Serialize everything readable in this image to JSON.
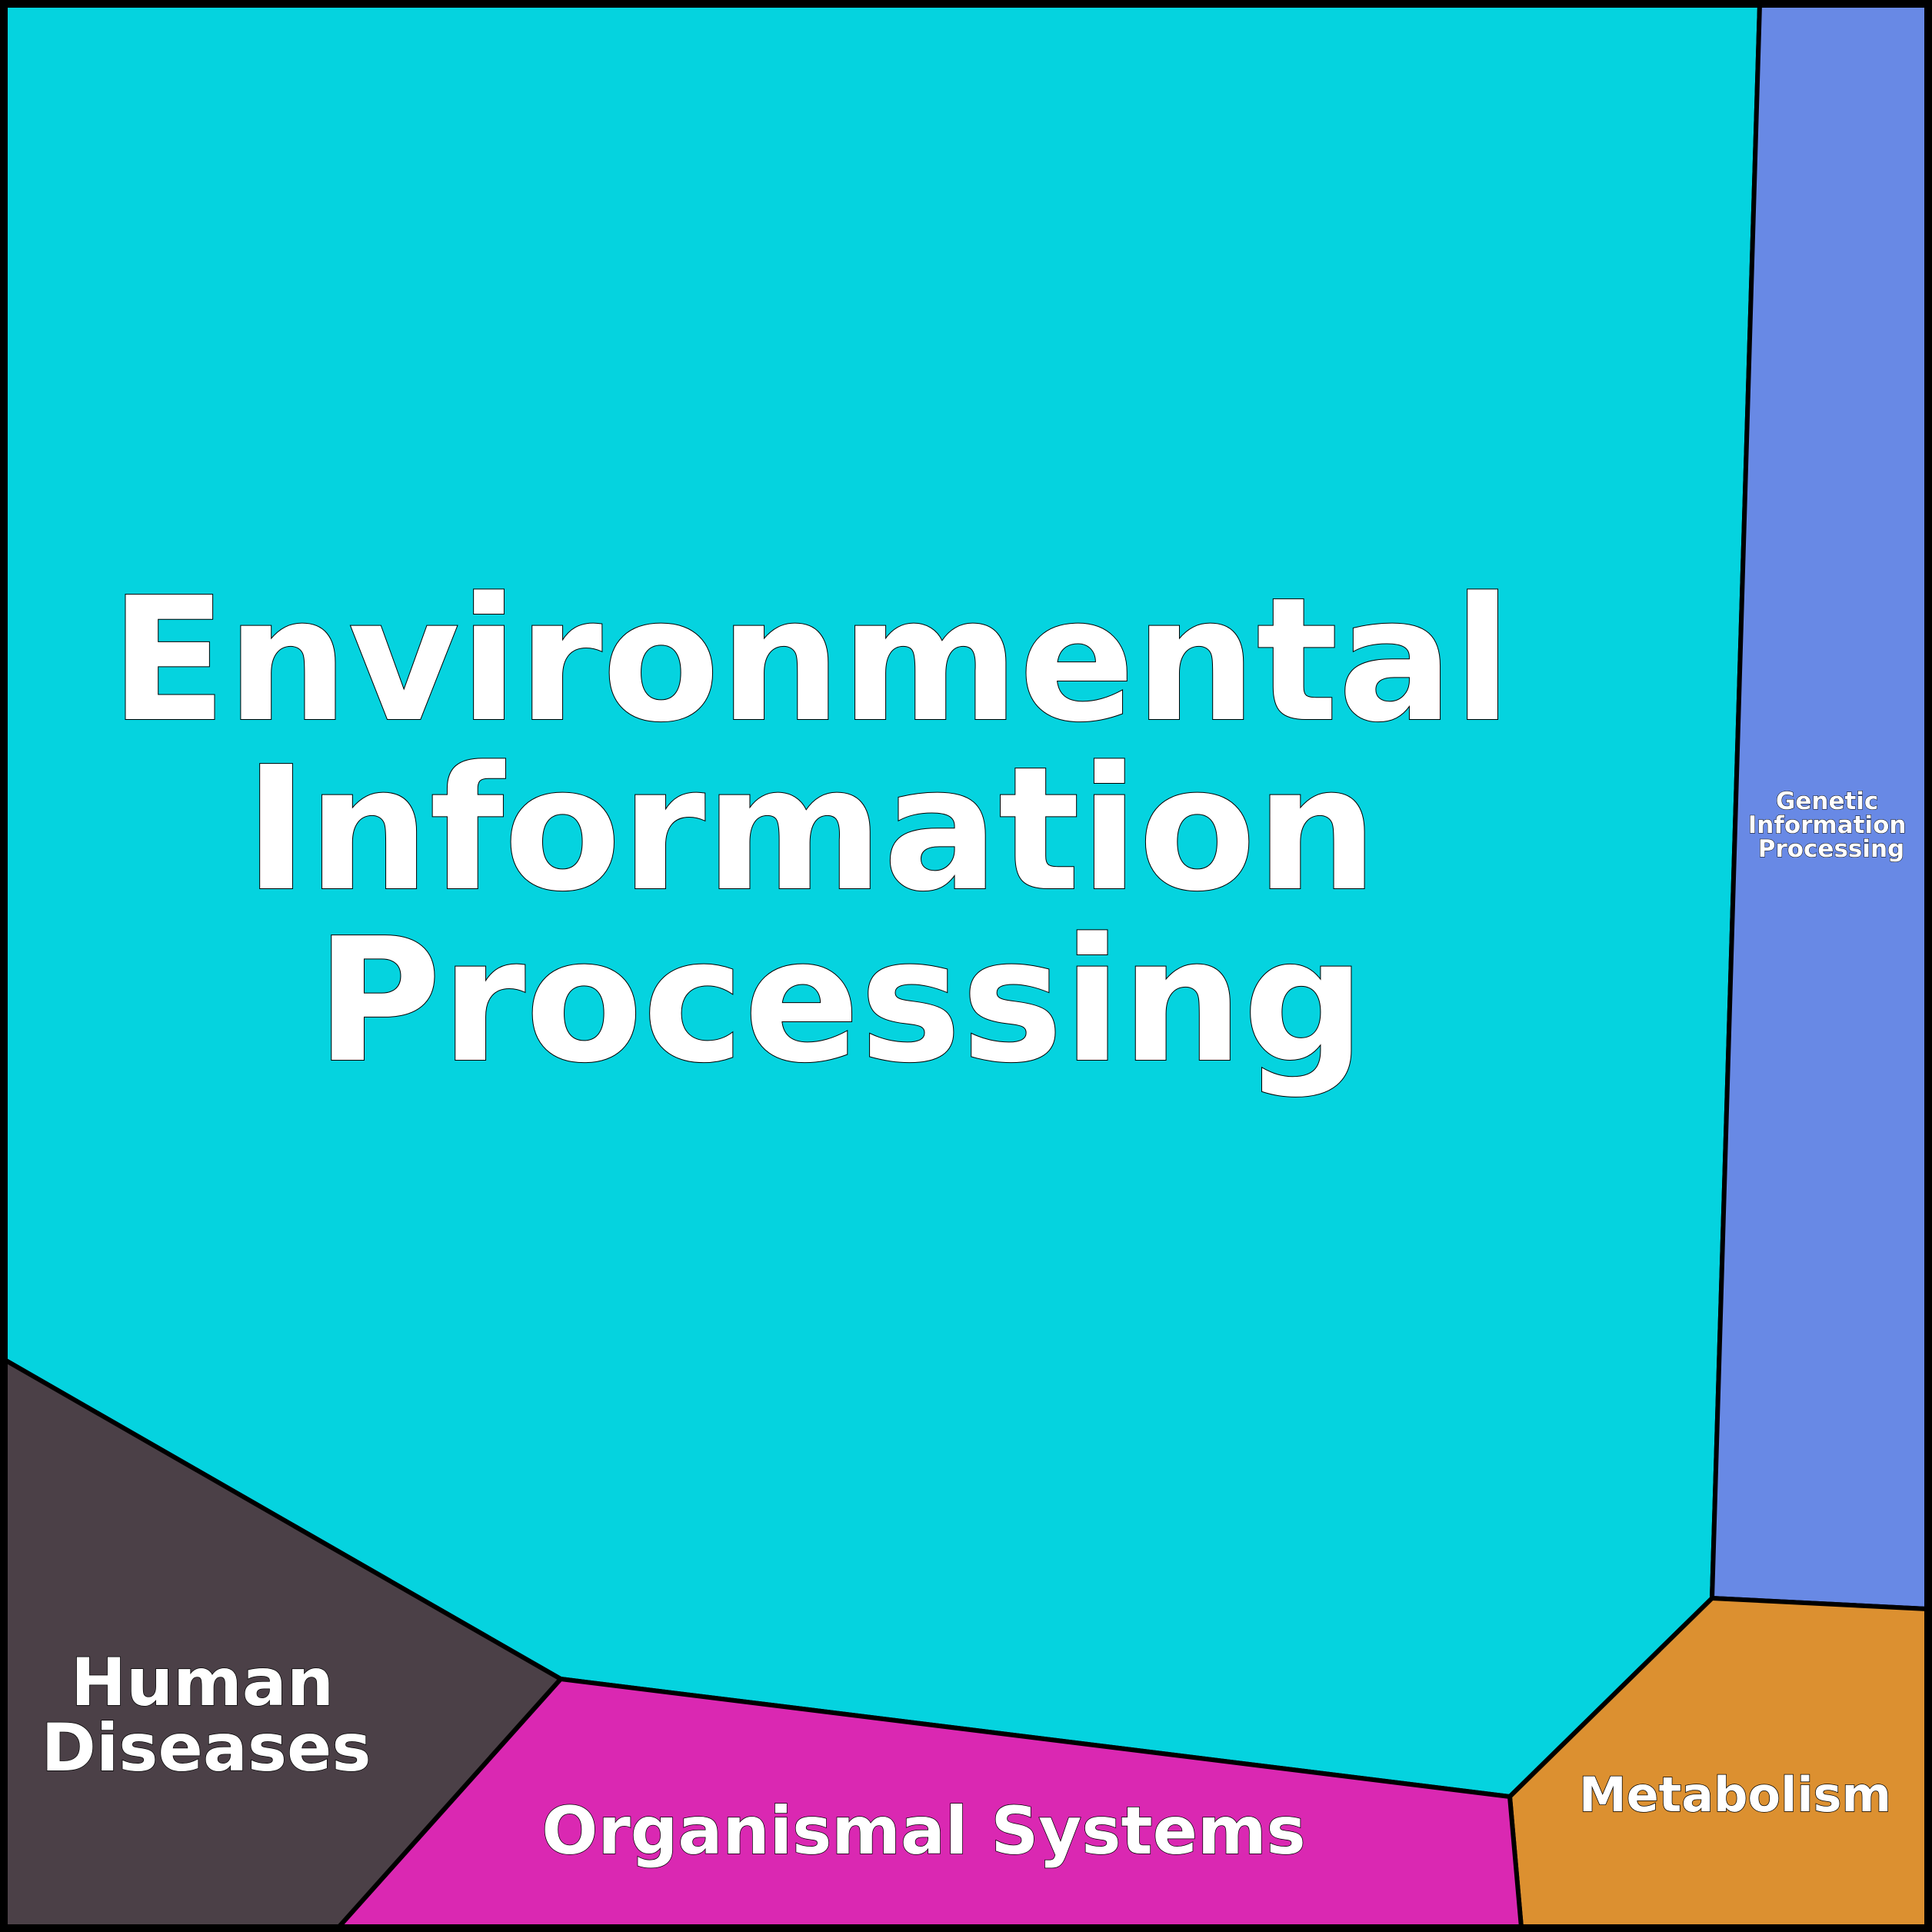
{
  "diagram": {
    "type": "voronoi-treemap",
    "cells": [
      {
        "id": "environmental",
        "lines": [
          "Environmental",
          "Information",
          "Processing"
        ],
        "color": "#05d3df"
      },
      {
        "id": "genetic",
        "lines": [
          "Genetic",
          "Information",
          "Processing"
        ],
        "color": "#6889e5"
      },
      {
        "id": "metabolism",
        "lines": [
          "Metabolism"
        ],
        "color": "#dc9030"
      },
      {
        "id": "organismal",
        "lines": [
          "Organismal Systems"
        ],
        "color": "#da28b2"
      },
      {
        "id": "human",
        "lines": [
          "Human",
          "Diseases"
        ],
        "color": "#4b4047"
      }
    ],
    "border_color": "#000000"
  }
}
